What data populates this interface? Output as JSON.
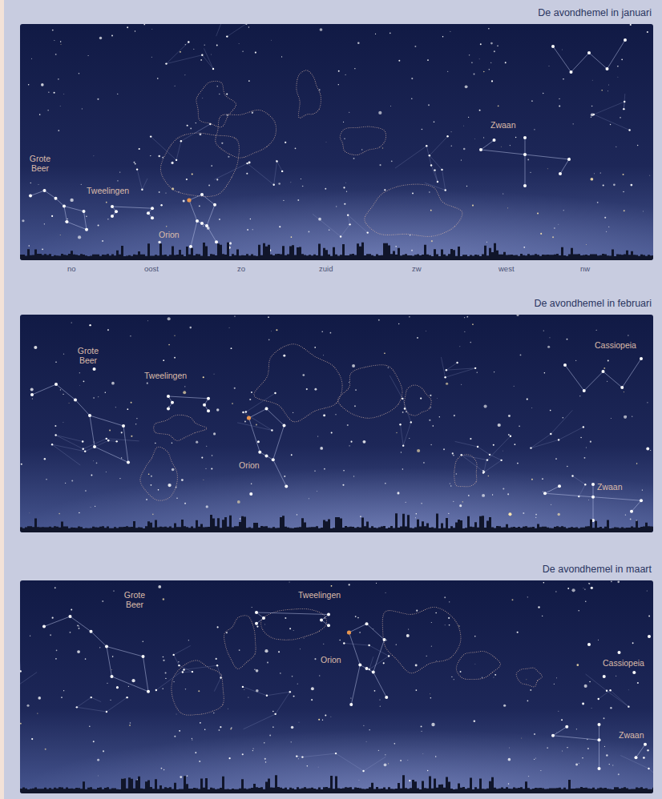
{
  "diagram": {
    "nodes": [
      {
        "text": [
          "De avondhemel in januari"
        ]
      },
      {
        "text": [
          "De avondhemel in februari"
        ]
      },
      {
        "text": [
          "De avondhemel in maart"
        ]
      }
    ],
    "labels": [
      "Grote Beer",
      "Tweelingen",
      "Orion",
      "Zwaan",
      "no",
      "oost",
      "zo",
      "zuid",
      "zw",
      "west",
      "nw",
      "Cassiopeia",
      "Grote Beer",
      "Tweelingen",
      "Orion",
      "Zwaan",
      "Grote Beer",
      "Tweelingen",
      "Orion",
      "Cassiopeia",
      "Zwaan"
    ]
  }
}
